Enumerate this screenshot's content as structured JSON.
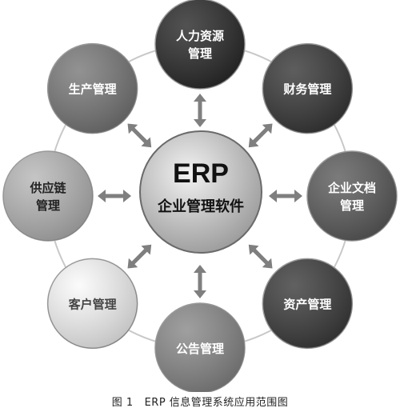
{
  "center": {
    "title": "ERP",
    "subtitle": "企业管理软件"
  },
  "modules": [
    {
      "lines": [
        "人力资源",
        "管理"
      ],
      "fill": "#2c2c2c",
      "text_color": "#ffffff"
    },
    {
      "lines": [
        "财务管理"
      ],
      "fill": "#3a3a3a",
      "text_color": "#ffffff"
    },
    {
      "lines": [
        "企业文档",
        "管理"
      ],
      "fill": "#5e5e5e",
      "text_color": "#ffffff"
    },
    {
      "lines": [
        "资产管理"
      ],
      "fill": "#3e3e3e",
      "text_color": "#ffffff"
    },
    {
      "lines": [
        "公告管理"
      ],
      "fill": "#8a8a8a",
      "text_color": "#ffffff"
    },
    {
      "lines": [
        "客户管理"
      ],
      "fill": "#fafafa",
      "text_color": "#444444"
    },
    {
      "lines": [
        "供应链",
        "管理"
      ],
      "fill": "#b8b8b8",
      "text_color": "#222222"
    },
    {
      "lines": [
        "生产管理"
      ],
      "fill": "#7a7a7a",
      "text_color": "#ffffff"
    }
  ],
  "caption": {
    "figure_number": "图 1",
    "text": "ERP 信息管理系统应用范围图"
  },
  "colors": {
    "ring": "#c8c8c8",
    "arrow": "#7f7f7f",
    "center_light": "#f2f2f2",
    "center_dark": "#9a9a9a"
  }
}
